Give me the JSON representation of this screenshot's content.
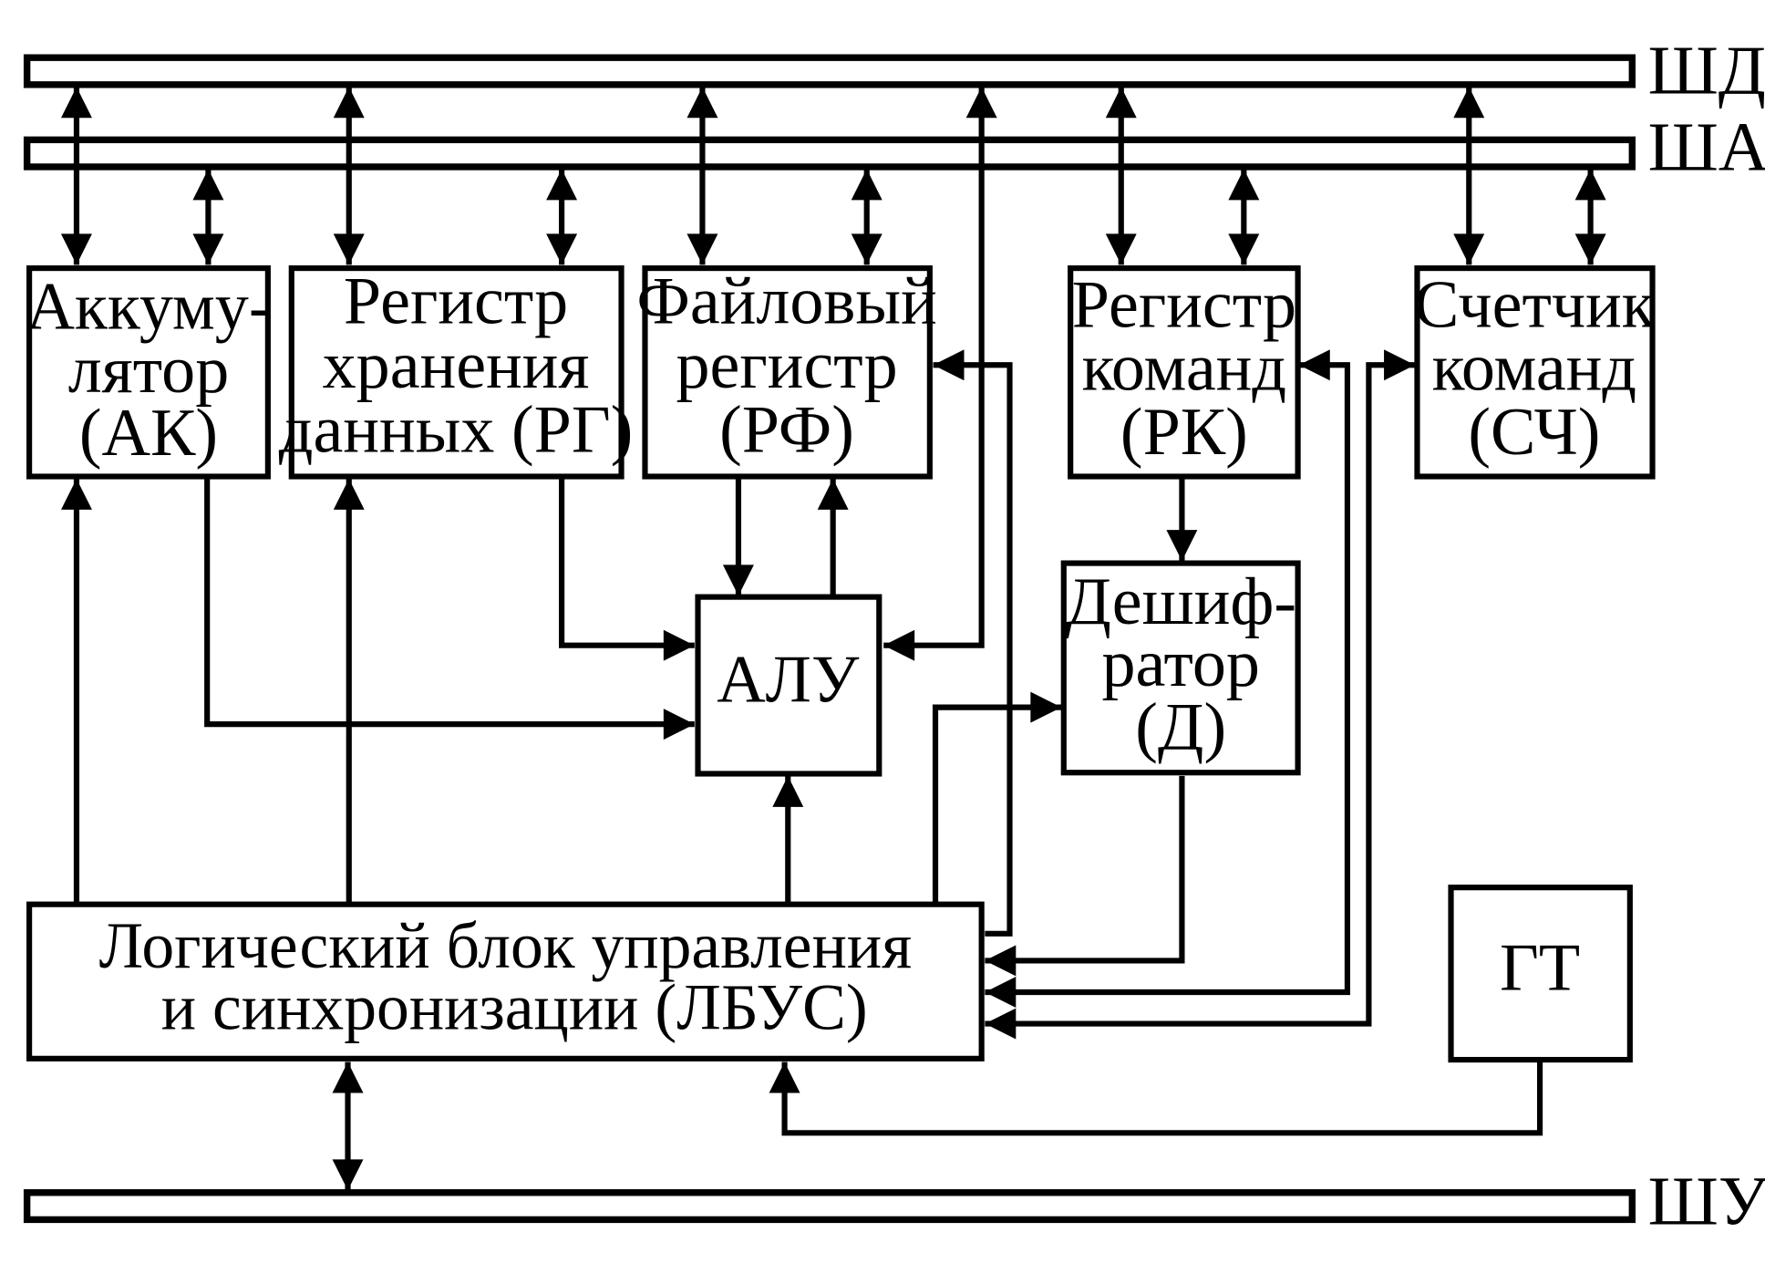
{
  "buses": {
    "data": "ШД",
    "address": "ША",
    "control": "ШУ"
  },
  "blocks": {
    "ak": {
      "lines": [
        "Аккуму-",
        "лятор",
        "(АК)"
      ]
    },
    "rg": {
      "lines": [
        "Регистр",
        "хранения",
        "данных (РГ)"
      ]
    },
    "rf": {
      "lines": [
        "Файловый",
        "регистр",
        "(РФ)"
      ]
    },
    "rk": {
      "lines": [
        "Регистр",
        "команд",
        "(РК)"
      ]
    },
    "sch": {
      "lines": [
        "Счетчик",
        "команд",
        "(СЧ)"
      ]
    },
    "alu": {
      "lines": [
        "АЛУ"
      ]
    },
    "d": {
      "lines": [
        "Дешиф-",
        "ратор",
        "(Д)"
      ]
    },
    "lbus": {
      "lines": [
        "Логический блок управления",
        "и синхронизации (ЛБУС)"
      ]
    },
    "gt": {
      "lines": [
        "ГТ"
      ]
    }
  }
}
